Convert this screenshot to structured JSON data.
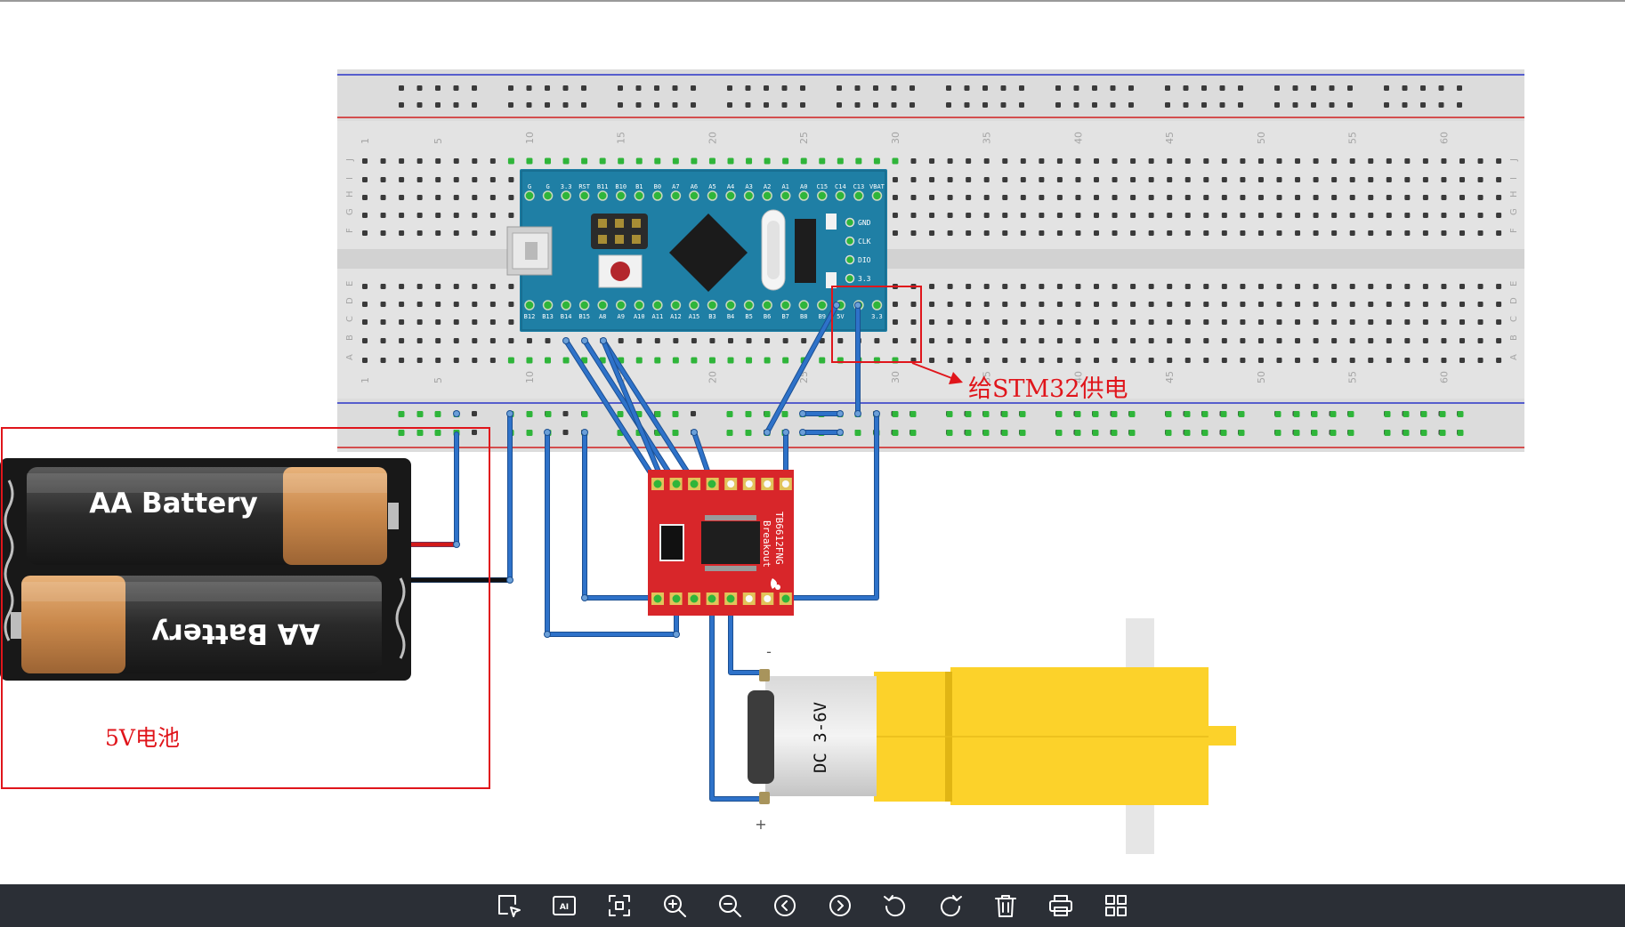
{
  "annotations": {
    "stm32_power": "给STM32供电",
    "battery_label": "5V电池"
  },
  "battery": {
    "top_label": "AA Battery",
    "bottom_label": "AA Battery"
  },
  "motor": {
    "label": "DC 3-6V",
    "minus": "-",
    "plus": "+"
  },
  "stm32": {
    "side_pins": [
      "GND",
      "CLK",
      "DIO",
      "3.3"
    ]
  },
  "driver": {
    "name": "TB6612FNG",
    "sub": "Breakout"
  },
  "breadboard": {
    "column_labels": [
      "1",
      "5",
      "10",
      "15",
      "20",
      "25",
      "30",
      "35",
      "40",
      "45",
      "50",
      "55",
      "60"
    ],
    "row_labels_top": [
      "J",
      "I",
      "H",
      "G",
      "F"
    ],
    "row_labels_bottom": [
      "E",
      "D",
      "C",
      "B",
      "A"
    ]
  },
  "toolbar": {
    "tools": [
      {
        "id": "select",
        "icon": "select-region-icon"
      },
      {
        "id": "ai",
        "icon": "ai-icon",
        "text": "AI"
      },
      {
        "id": "fit",
        "icon": "fit-screen-icon"
      },
      {
        "id": "zoom_in",
        "icon": "zoom-in-icon"
      },
      {
        "id": "zoom_out",
        "icon": "zoom-out-icon"
      },
      {
        "id": "prev",
        "icon": "previous-icon"
      },
      {
        "id": "next",
        "icon": "next-icon"
      },
      {
        "id": "rotate_left",
        "icon": "rotate-left-icon"
      },
      {
        "id": "rotate_right",
        "icon": "rotate-right-icon"
      },
      {
        "id": "delete",
        "icon": "delete-icon"
      },
      {
        "id": "print",
        "icon": "print-icon"
      },
      {
        "id": "grid",
        "icon": "grid-view-icon"
      }
    ]
  },
  "colors": {
    "wire": "#2e72c9",
    "annotation": "#e0151b",
    "pcb_blue": "#1f7fa5",
    "pcb_red": "#d8262a",
    "motor_yellow": "#fcd22a",
    "breadboard": "#e3e3e3"
  }
}
